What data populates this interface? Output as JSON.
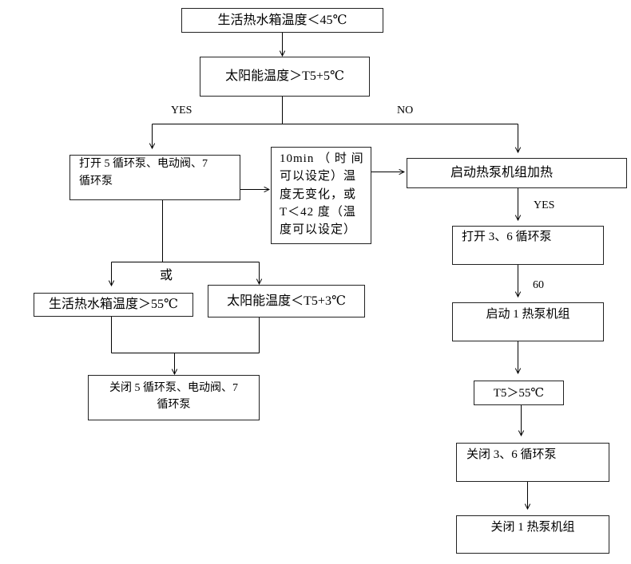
{
  "nodes": {
    "hot_water_tank_below_45": "生活热水箱温度＜45℃",
    "solar_above_t5_plus_5": "太阳能温度＞T5+5℃",
    "open_pumps_5_7": "打开 5 循环泵、电动阀、7\n循环泵",
    "timer_condition": "10min （ 时 间\n可以设定）温\n度无变化，或\nT＜42 度（温\n度可以设定）",
    "start_heat_pump_heating": "启动热泵机组加热",
    "open_pumps_3_6": "打开 3、6 循环泵",
    "start_heat_pump_1": "启动 1 热泵机组",
    "t5_above_55": "T5＞55℃",
    "close_pumps_3_6": "关闭 3、6 循环泵",
    "close_heat_pump_1": "关闭 1 热泵机组",
    "hot_water_tank_above_55": "生活热水箱温度＞55℃",
    "solar_below_t5_plus_3": "太阳能温度＜T5+3℃",
    "close_pumps_5_7": "关闭 5 循环泵、电动阀、7\n循环泵"
  },
  "edge_labels": {
    "yes_branch": "YES",
    "no_branch": "NO",
    "heat_pump_yes": "YES",
    "or": "或",
    "delay": "60"
  }
}
